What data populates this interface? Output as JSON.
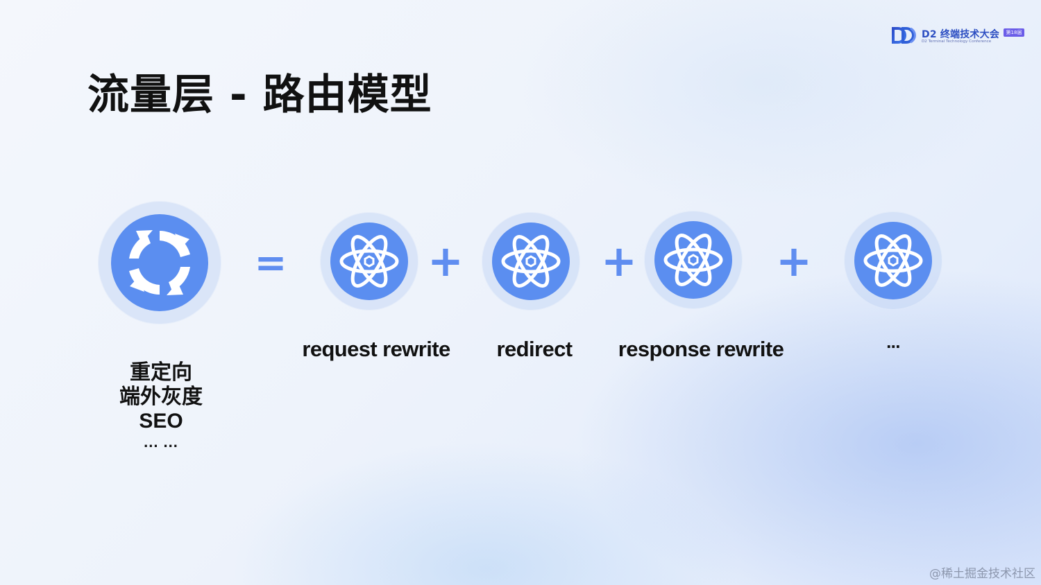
{
  "logo": {
    "title": "D2 终端技术大会",
    "edition": "第18届",
    "subtitle": "D2 Terminal Technology Conference"
  },
  "slide": {
    "title": "流量层 - 路由模型"
  },
  "equation": {
    "left_icon": "refresh-icon",
    "left_items": [
      "重定向",
      "端外灰度",
      "SEO",
      "... ..."
    ],
    "equals": "=",
    "plus": "+",
    "terms": [
      {
        "icon": "atom-icon",
        "label": "request rewrite"
      },
      {
        "icon": "atom-icon",
        "label": "redirect"
      },
      {
        "icon": "atom-icon",
        "label": "response rewrite"
      },
      {
        "icon": "atom-icon",
        "label": "..."
      }
    ]
  },
  "watermark": "@稀土掘金技术社区",
  "colors": {
    "accent": "#5b8ef0",
    "halo": "#d6e2f8",
    "brand": "#2d4fc2",
    "edition_badge": "#6b5de8"
  }
}
